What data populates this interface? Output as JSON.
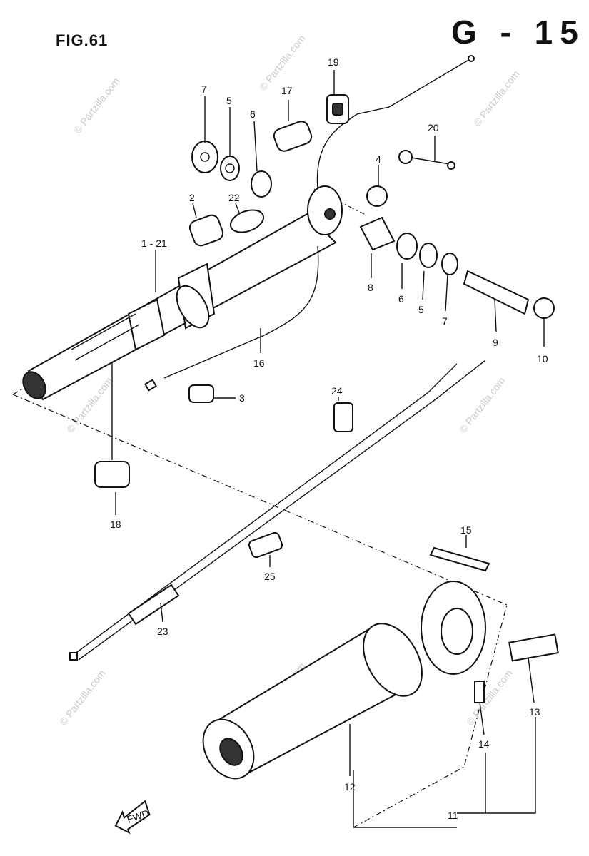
{
  "header": {
    "figure_label": "FIG.61",
    "page_code": "G - 15"
  },
  "watermark": "© Partzilla.com",
  "callouts": {
    "p7a": "7",
    "p5a": "5",
    "p6a": "6",
    "p17": "17",
    "p19": "19",
    "p20": "20",
    "p4": "4",
    "p2": "2",
    "p22": "22",
    "p1_21": "1 - 21",
    "p8": "8",
    "p6b": "6",
    "p5b": "5",
    "p7b": "7",
    "p9": "9",
    "p10": "10",
    "p16": "16",
    "p3": "3",
    "p24": "24",
    "p18": "18",
    "p15": "15",
    "p25": "25",
    "p23": "23",
    "p13": "13",
    "p14": "14",
    "p12": "12",
    "p11": "11"
  },
  "arrow_label": "FWD"
}
